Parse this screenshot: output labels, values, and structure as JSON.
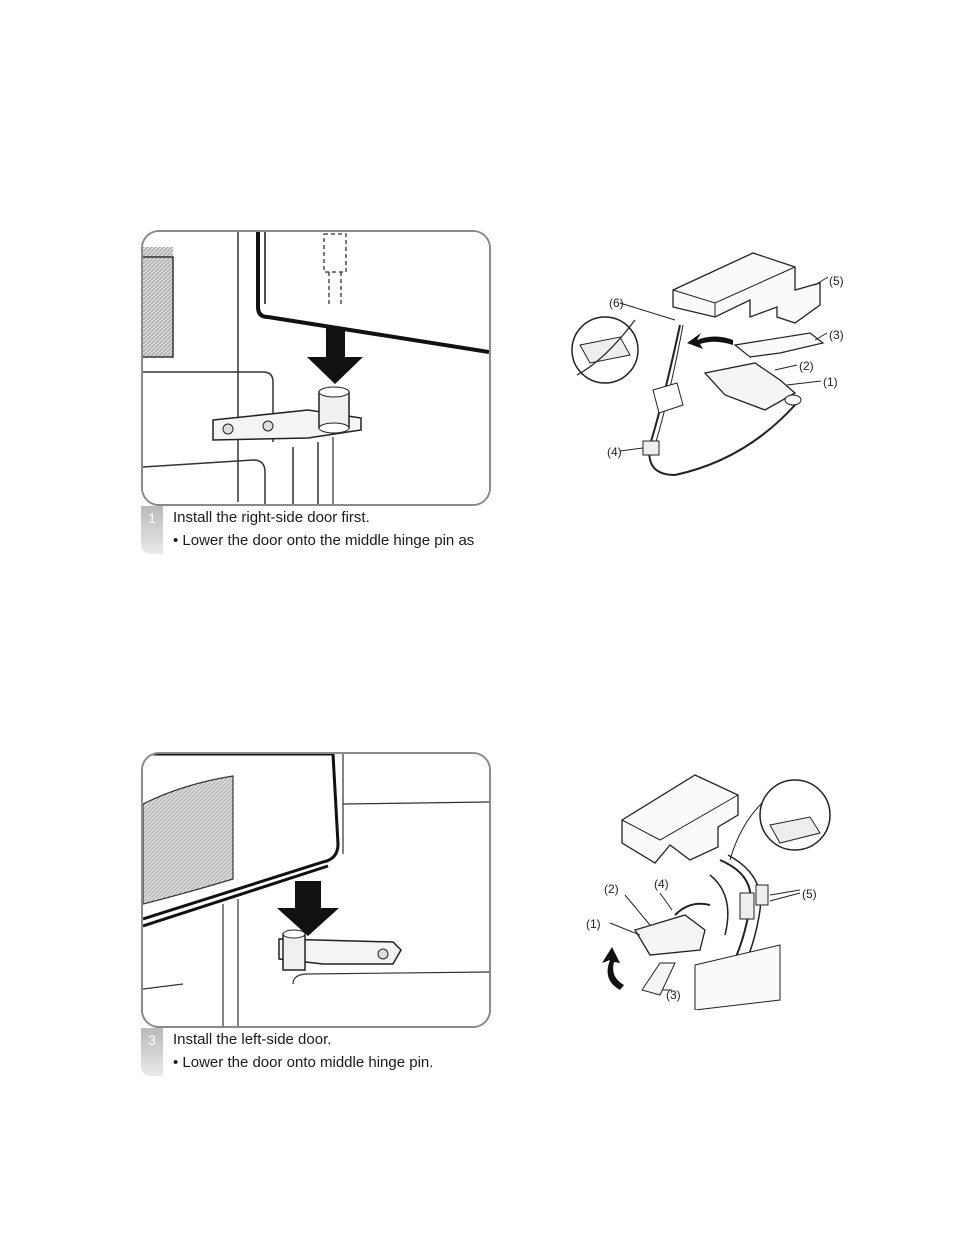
{
  "steps": [
    {
      "number": "1",
      "title": "Install the right-side door first.",
      "bullet": "• Lower the door onto the middle hinge pin as"
    },
    {
      "number": "3",
      "title": "Install the left-side door.",
      "bullet": "• Lower the door onto middle hinge pin."
    }
  ],
  "diagram_top": {
    "labels": [
      "(1)",
      "(2)",
      "(3)",
      "(4)",
      "(5)",
      "(6)"
    ]
  },
  "diagram_bottom": {
    "labels": [
      "(1)",
      "(2)",
      "(3)",
      "(4)",
      "(5)"
    ]
  }
}
